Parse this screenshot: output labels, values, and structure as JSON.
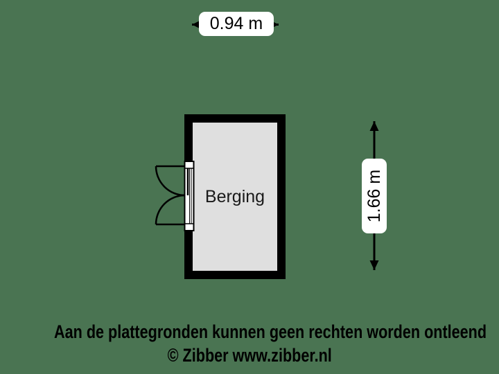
{
  "canvas": {
    "background_color": "#4a7452"
  },
  "floorplan": {
    "room": {
      "name": "Berging",
      "wall_color": "#000000",
      "floor_color": "#dfdfdf"
    },
    "dimensions": {
      "width_label": "0.94 m",
      "height_label": "1.66 m",
      "label_background": "#ffffff",
      "arrow_color": "#000000"
    },
    "door": {
      "type": "double-door-outward-left"
    }
  },
  "footer": {
    "disclaimer": "Aan de plattegronden kunnen geen rechten worden ontleend",
    "copyright": "© Zibber www.zibber.nl"
  }
}
